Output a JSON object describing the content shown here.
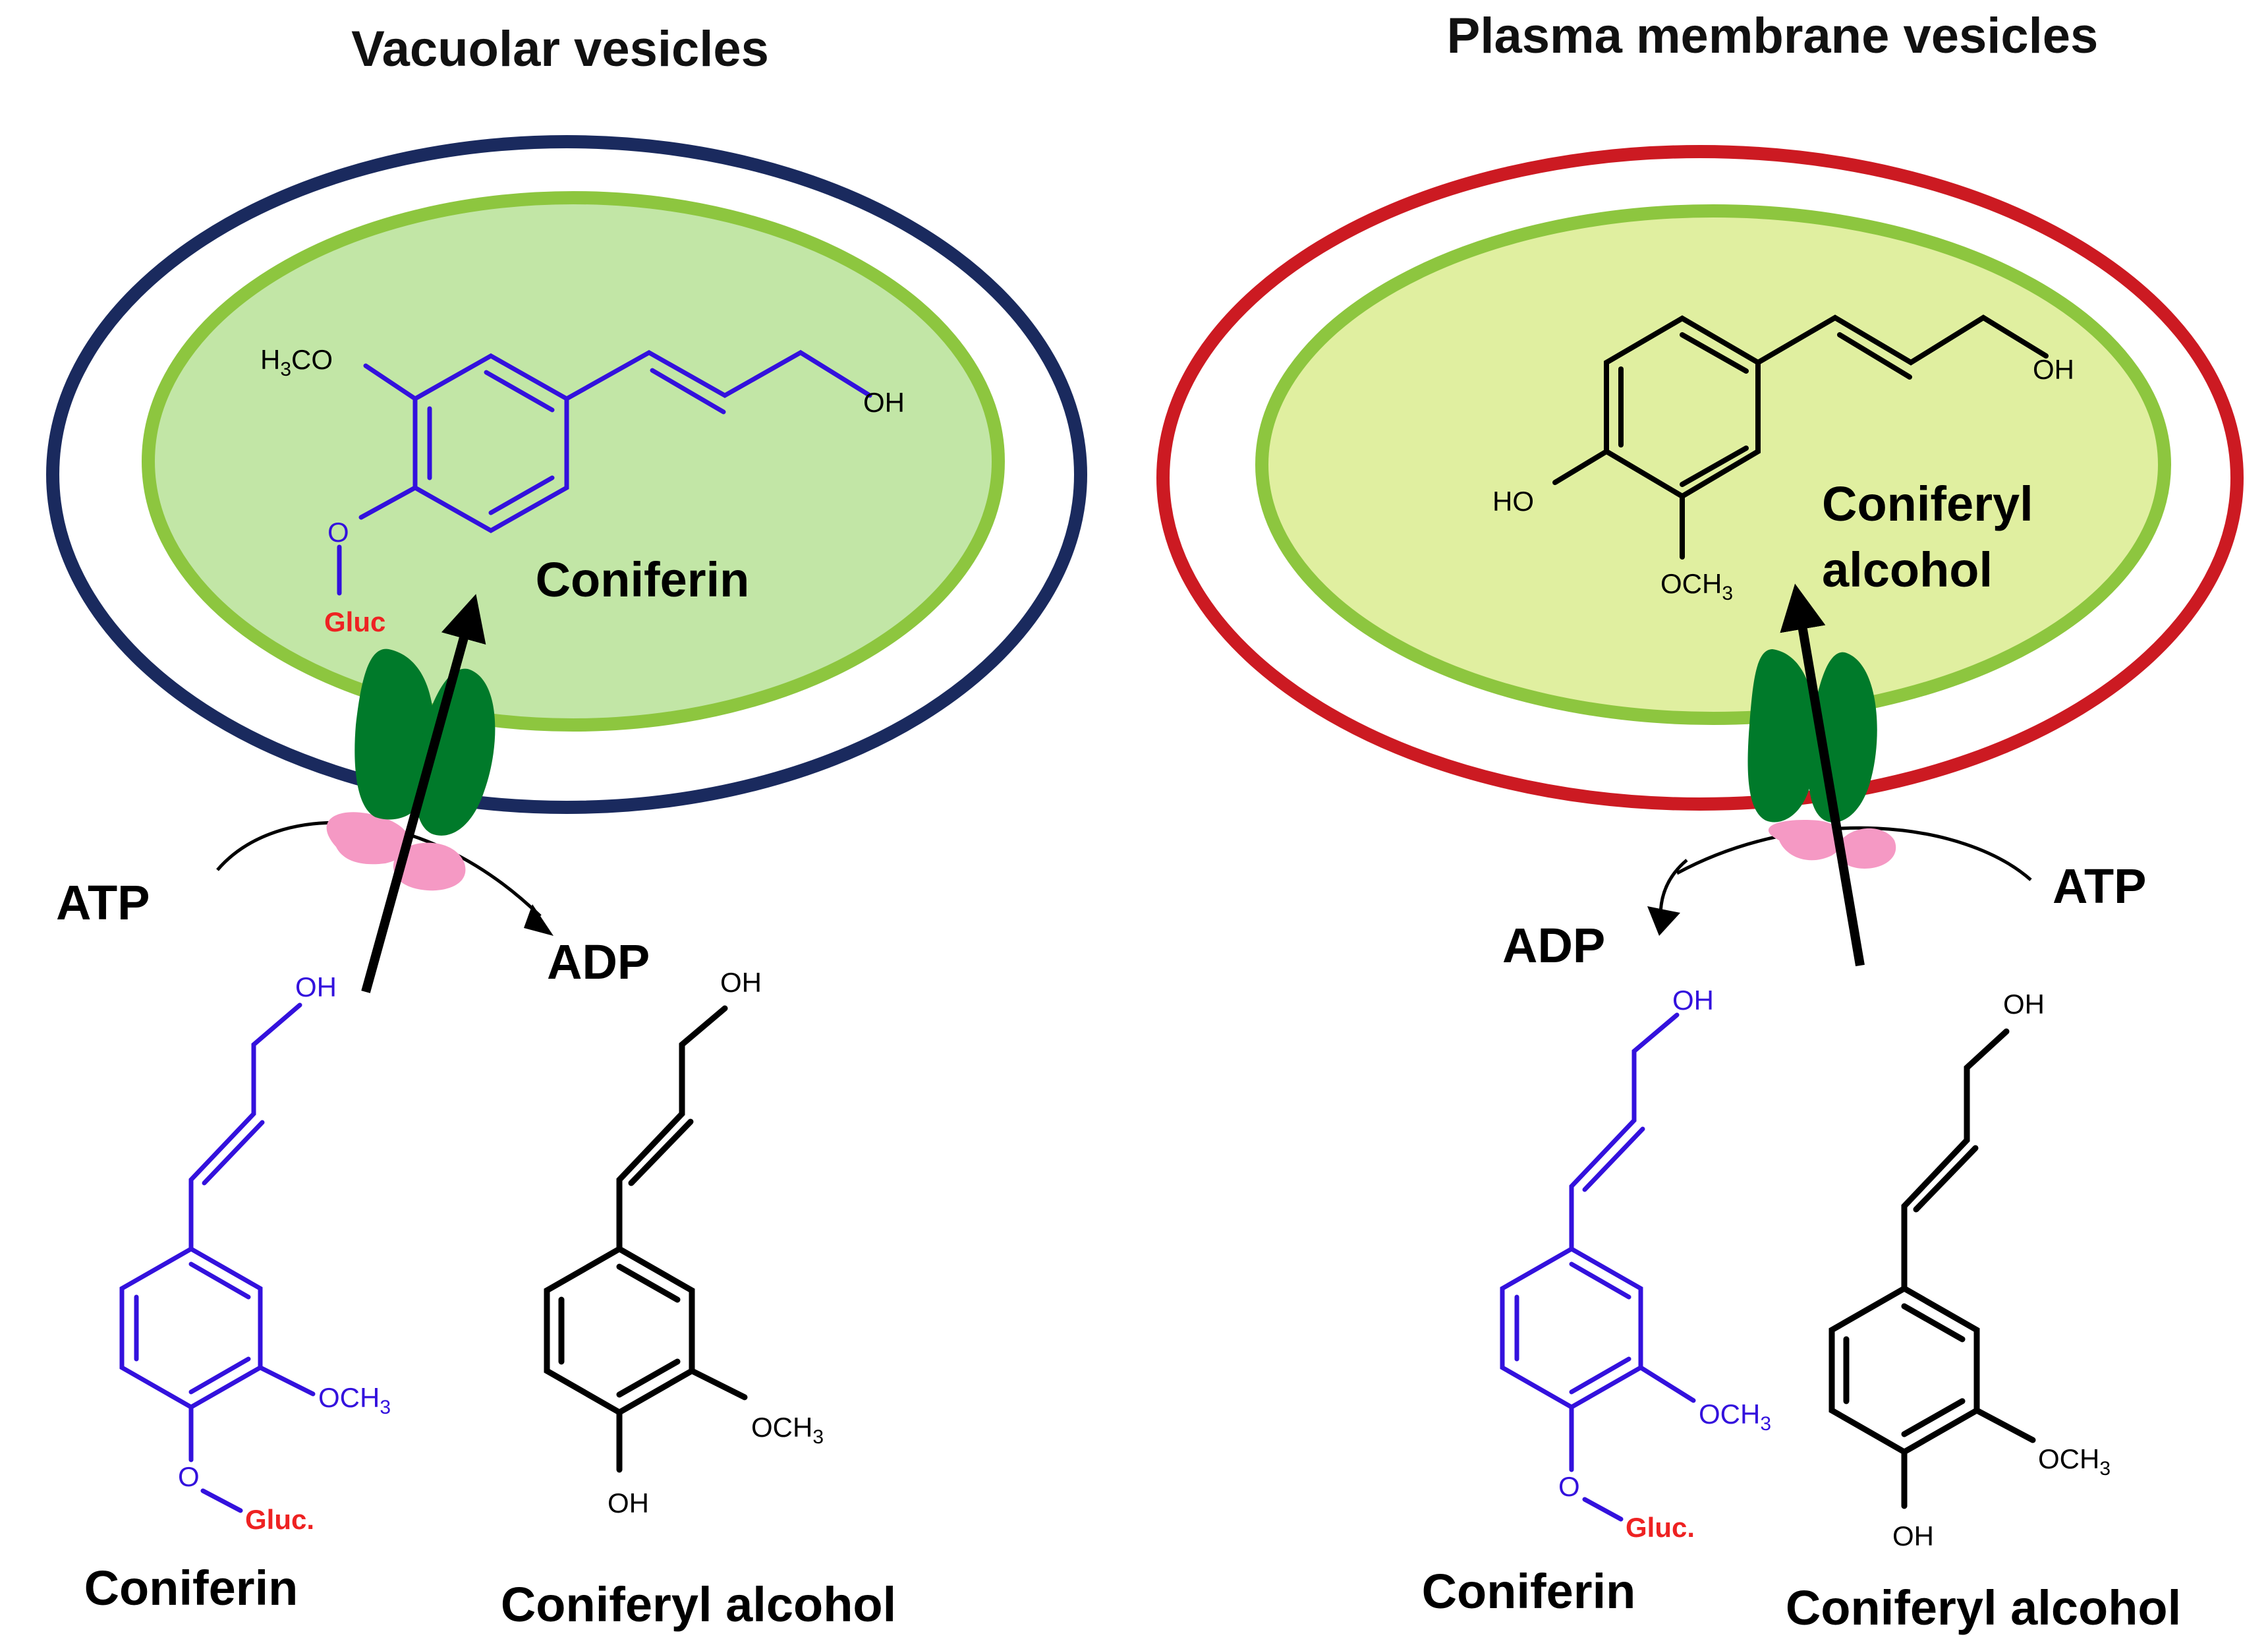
{
  "panels": {
    "left": {
      "title": "Vacuolar vesicles",
      "inside_label": "Coniferin",
      "atp": "ATP",
      "adp": "ADP",
      "colors": {
        "membrane": "#1a2a5e",
        "lumen_border": "#8dc63f",
        "lumen_fill": "#c2e6a6"
      }
    },
    "right": {
      "title": "Plasma membrane vesicles",
      "inside_label_1": "Coniferyl",
      "inside_label_2": "alcohol",
      "atp": "ATP",
      "adp": "ADP",
      "colors": {
        "membrane": "#cc1a22",
        "lumen_border": "#8dc63f",
        "lumen_fill": "#e0efa0"
      }
    }
  },
  "molecules": {
    "coniferin_label": "Coniferin",
    "coniferyl_alcohol_label": "Coniferyl alcohol",
    "atoms": {
      "oh": "OH",
      "ho": "HO",
      "o": "O",
      "och": "OCH",
      "h3co_h": "H",
      "h3co_co": "CO",
      "three": "3",
      "gluc": "Gluc",
      "gluc_dot": "Gluc."
    }
  },
  "colors": {
    "coniferin": "#3311dd",
    "glucose": "#ee2222",
    "coniferyl": "#000000",
    "transporter": "#007a2a",
    "atpase": "#f599c4"
  }
}
